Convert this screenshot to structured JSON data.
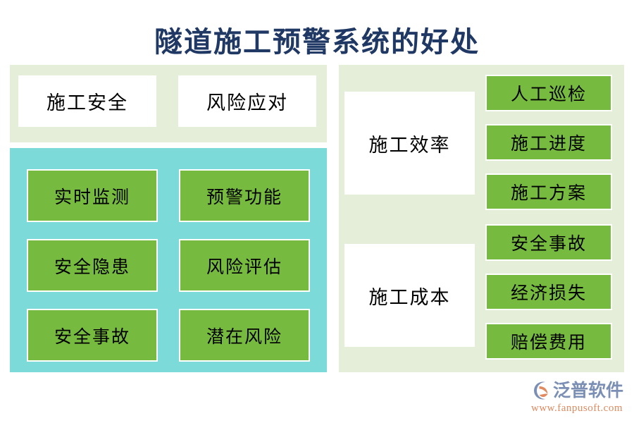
{
  "page": {
    "title": "隧道施工预警系统的好处",
    "title_color": "#1f3864",
    "background": "#ffffff"
  },
  "colors": {
    "panel_green": "#e4eed8",
    "panel_teal": "#7cdbd8",
    "card_green": "#76bb40",
    "card_white": "#ffffff",
    "text_black": "#000000",
    "logo_blue": "#7b8fb5",
    "logo_orange": "#e08a60"
  },
  "left_column": {
    "top_panel": {
      "background": "#e4eed8",
      "cards": [
        {
          "label": "施工安全",
          "style": "white"
        },
        {
          "label": "风险应对",
          "style": "white"
        }
      ]
    },
    "bottom_panel": {
      "background": "#7cdbd8",
      "cards": [
        {
          "label": "实时监测",
          "style": "green"
        },
        {
          "label": "预警功能",
          "style": "green"
        },
        {
          "label": "安全隐患",
          "style": "green"
        },
        {
          "label": "风险评估",
          "style": "green"
        },
        {
          "label": "安全事故",
          "style": "green"
        },
        {
          "label": "潜在风险",
          "style": "green"
        }
      ]
    }
  },
  "right_column": {
    "panel": {
      "background": "#e4eed8",
      "groups": [
        {
          "heading": "施工效率",
          "items": [
            {
              "label": "人工巡检"
            },
            {
              "label": "施工进度"
            },
            {
              "label": "施工方案"
            }
          ]
        },
        {
          "heading": "施工成本",
          "items": [
            {
              "label": "安全事故"
            },
            {
              "label": "经济损失"
            },
            {
              "label": "赔偿费用"
            }
          ]
        }
      ]
    }
  },
  "logo": {
    "mark": "fanpu-arc-icon",
    "wordmark": "泛普软件",
    "url": "www.fanpusoft.com"
  }
}
